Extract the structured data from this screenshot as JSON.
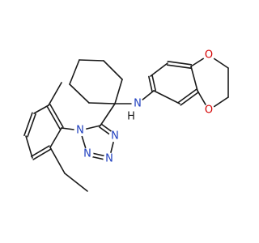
{
  "molecule": {
    "atom_labels": [
      {
        "id": "o1",
        "element": "O",
        "text": "O"
      },
      {
        "id": "o2",
        "element": "O",
        "text": "O"
      },
      {
        "id": "n_amine",
        "element": "N",
        "text": "N"
      },
      {
        "id": "h_amine",
        "element": "H",
        "text": "H"
      },
      {
        "id": "n_t1",
        "element": "N",
        "text": "N"
      },
      {
        "id": "n_t2",
        "element": "N",
        "text": "N"
      },
      {
        "id": "n_t3",
        "element": "N",
        "text": "N"
      },
      {
        "id": "n_t4",
        "element": "N",
        "text": "N"
      }
    ],
    "colors": {
      "bond": "#1a1a1a",
      "oxygen": "#d40000",
      "nitrogen": "#1f3fbf"
    }
  }
}
